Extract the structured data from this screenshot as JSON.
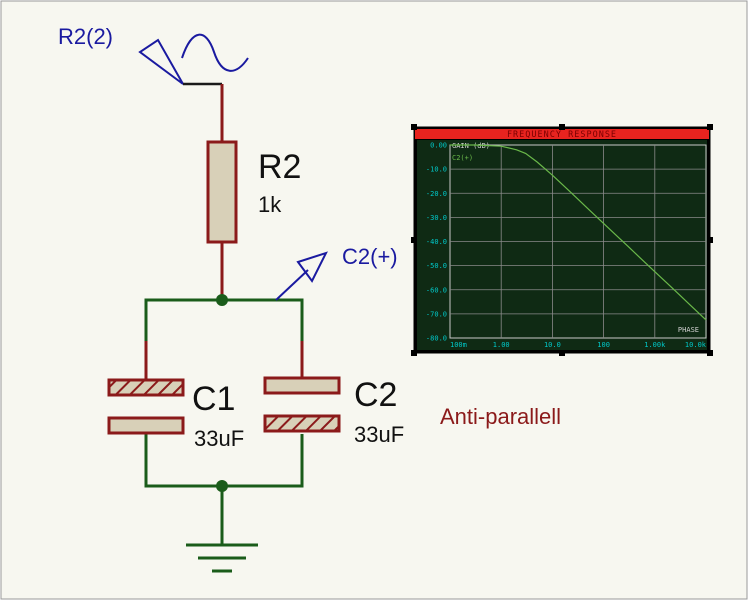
{
  "generator": {
    "name": "R2(2)",
    "icon": "sine-wave-icon"
  },
  "resistor": {
    "ref": "R2",
    "value": "1k"
  },
  "probe": {
    "name": "C2(+)",
    "icon": "probe-arrow-icon"
  },
  "cap1": {
    "ref": "C1",
    "value": "33uF"
  },
  "cap2": {
    "ref": "C2",
    "value": "33uF"
  },
  "note": "Anti-parallell",
  "colors": {
    "canvas": "#f7f7f0",
    "wire": "#1a5c1a",
    "component_border": "#8b1a1a",
    "component_fill": "#d8d0b8",
    "label_blue": "#1a1aa0",
    "note_red": "#8b1a1a",
    "graph_bg": "#0f2a14",
    "graph_title_bar": "#e8231f",
    "graph_axis_text": "#00c8c8",
    "trace": "#6ab84a"
  },
  "graph": {
    "title": "FREQUENCY RESPONSE",
    "y_axis_label": "GAIN (dB)",
    "trace_label": "C2(+)",
    "phase_label": "PHASE",
    "y_ticks": [
      "0.00",
      "-10.0",
      "-20.0",
      "-30.0",
      "-40.0",
      "-50.0",
      "-60.0",
      "-70.0",
      "-80.0"
    ],
    "x_ticks": [
      "100m",
      "1.00",
      "10.0",
      "100",
      "1.00k",
      "10.0k"
    ]
  },
  "chart_data": {
    "type": "line",
    "title": "FREQUENCY RESPONSE",
    "ylabel": "GAIN (dB)",
    "xlabel": "",
    "x_scale": "log",
    "xlim": [
      0.1,
      10000
    ],
    "ylim": [
      -80,
      0
    ],
    "grid": true,
    "series": [
      {
        "name": "C2(+)",
        "x": [
          0.1,
          0.3,
          1,
          2,
          3,
          5,
          10,
          20,
          30,
          50,
          100,
          200,
          300,
          500,
          1000,
          2000,
          3000,
          5000,
          10000
        ],
        "y": [
          0,
          0,
          -0.5,
          -2,
          -3.5,
          -7,
          -12.5,
          -18.5,
          -22,
          -26.5,
          -32.5,
          -38.5,
          -42,
          -46.5,
          -52.5,
          -58.5,
          -62,
          -66.5,
          -72.5
        ]
      }
    ]
  }
}
